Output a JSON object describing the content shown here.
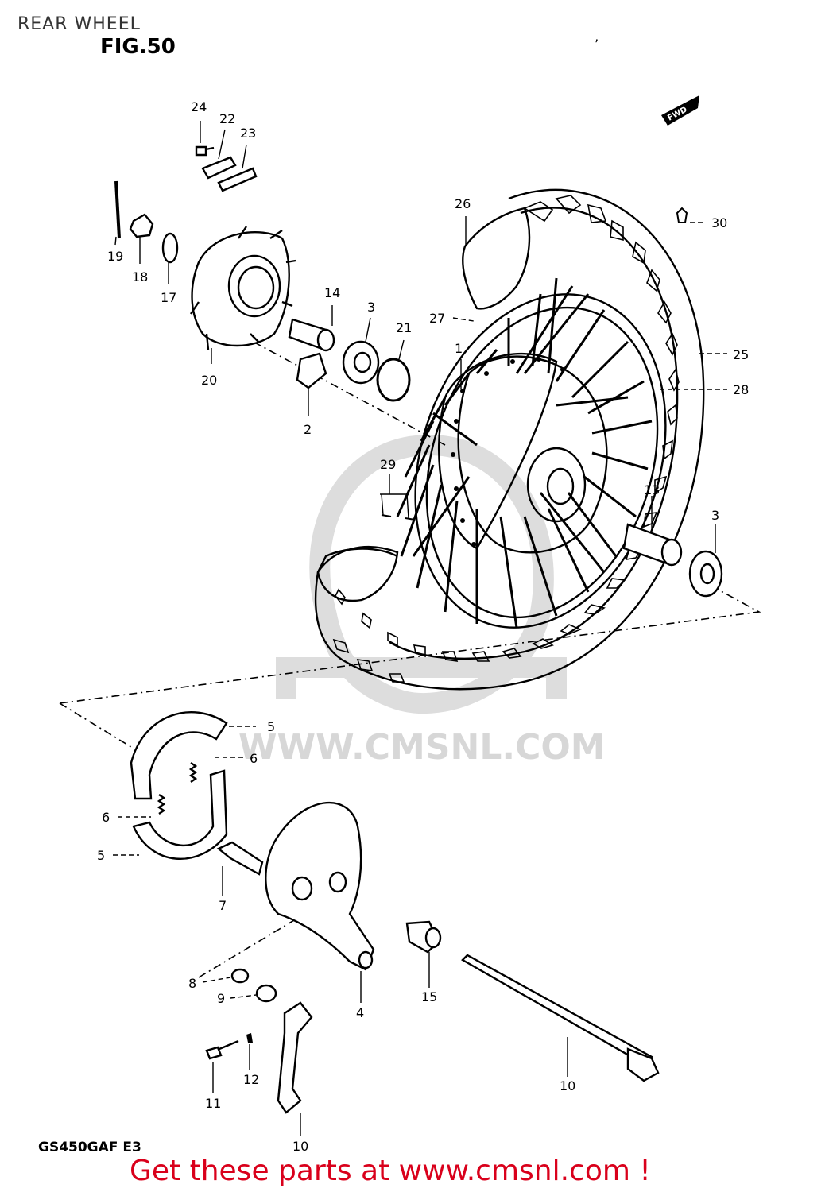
{
  "header": {
    "title": "REAR WHEEL",
    "figure": "FIG.50",
    "tick": "’"
  },
  "footer": {
    "model_code": "GS450GAF E3",
    "cta": "Get these parts at www.cmsnl.com !"
  },
  "watermark": {
    "text": "WWW.CMSNL.COM"
  },
  "direction_tag": "FWD",
  "callouts": {
    "c1": "1",
    "c2": "2",
    "c3a": "3",
    "c3b": "3",
    "c4": "4",
    "c5a": "5",
    "c5b": "5",
    "c6a": "6",
    "c6b": "6",
    "c7": "7",
    "c8": "8",
    "c9": "9",
    "c10a": "10",
    "c10b": "10",
    "c11": "11",
    "c12": "12",
    "c13": "13",
    "c14": "14",
    "c15": "15",
    "c17": "17",
    "c18": "18",
    "c19": "19",
    "c20": "20",
    "c21": "21",
    "c22": "22",
    "c23": "23",
    "c24": "24",
    "c25": "25",
    "c26": "26",
    "c27": "27",
    "c28": "28",
    "c29": "29",
    "c30": "30"
  },
  "colors": {
    "line": "#000000",
    "watermark": "#d7d7d7",
    "cta": "#d9001b"
  }
}
